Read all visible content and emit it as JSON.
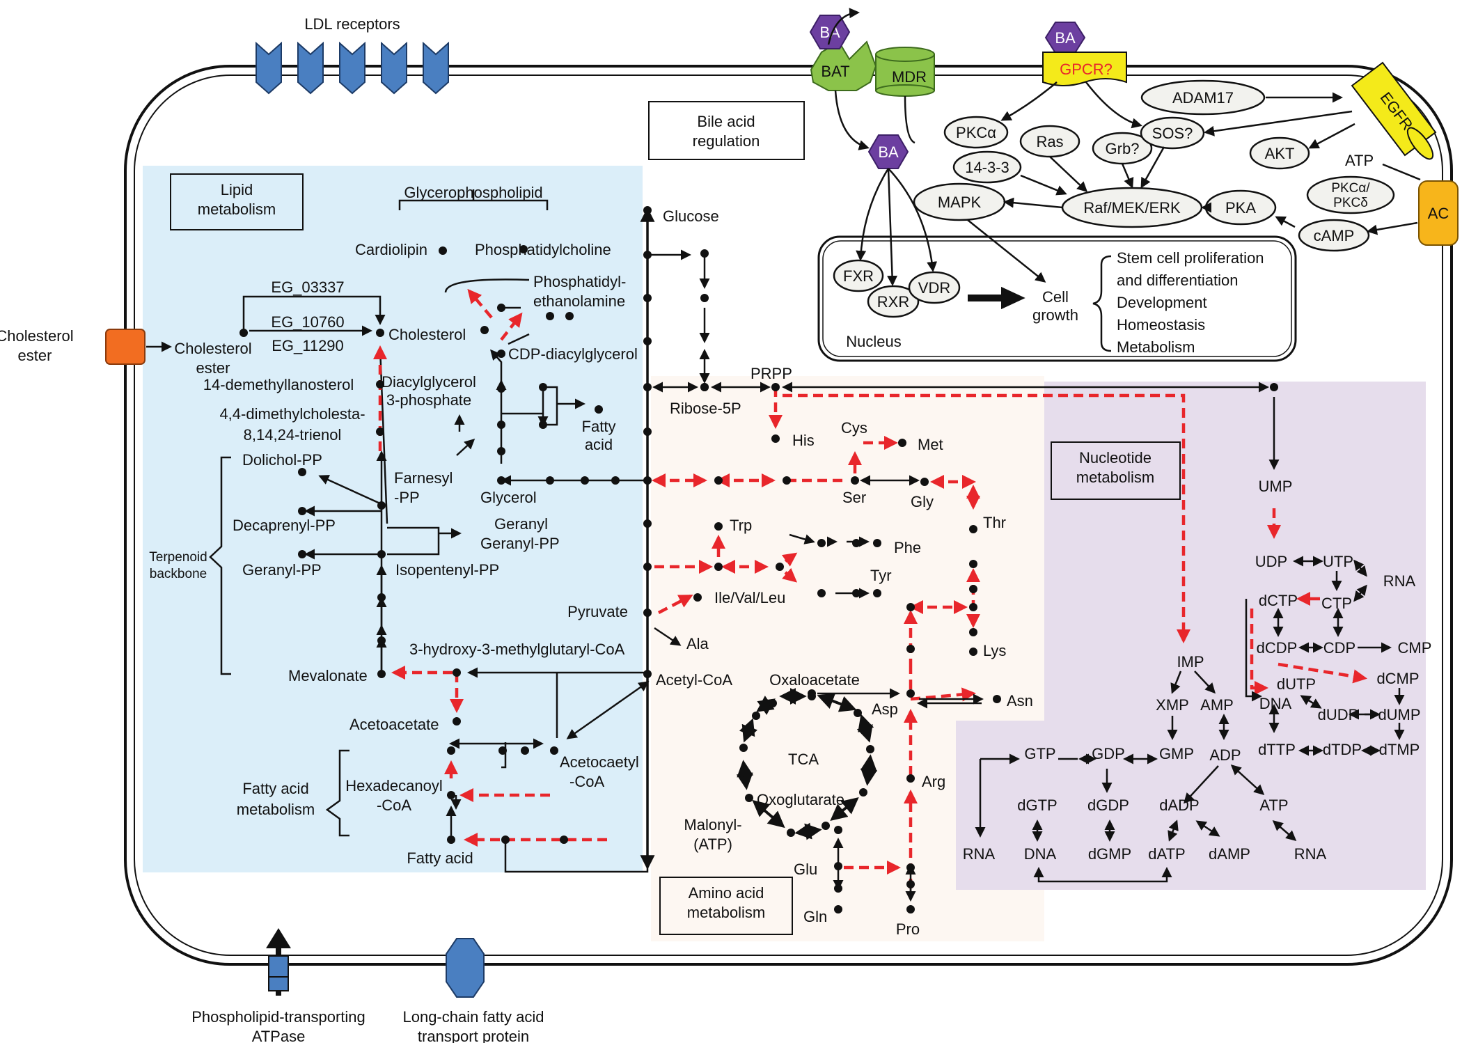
{
  "regions": {
    "lipid": "Lipid metabolism",
    "bile": "Bile acid regulation",
    "nucleotide": "Nucleotide metabolism",
    "amino": "Amino acid metabolism",
    "nucleus": "Nucleus"
  },
  "membrane": {
    "ldl": "LDL receptors",
    "cholesterol_ester_in": "Cholesterol ester",
    "atpase": "Phospholipid-transporting ATPase",
    "fatp": "Long-chain fatty acid transport protein"
  },
  "bile_acid": {
    "ba": "BA",
    "bat": "BAT",
    "mdr": "MDR",
    "gpcr": "GPCR?",
    "egfr": "EGFR",
    "ac": "AC",
    "atp": "ATP"
  },
  "signaling": {
    "adam17": "ADAM17",
    "pkca": "PKCα",
    "ras": "Ras",
    "grb": "Grb?",
    "sos": "SOS?",
    "akt": "AKT",
    "p1433": "14-3-3",
    "mapk": "MAPK",
    "raf": "Raf/MEK/ERK",
    "pka": "PKA",
    "pkcad1": "PKCα/",
    "pkcad2": "PKCδ",
    "camp": "cAMP",
    "fxr": "FXR",
    "rxr": "RXR",
    "vdr": "VDR",
    "cell_growth1": "Cell",
    "cell_growth2": "growth",
    "outcomes": [
      "Stem cell proliferation",
      "and differentiation",
      "Development",
      "Homeostasis",
      "Metabolism"
    ]
  },
  "lipid": {
    "glycerophospholipid": "Glycerophospholipid",
    "cardiolipin": "Cardiolipin",
    "pc": "Phosphatidylcholine",
    "pe1": "Phosphatidyl-",
    "pe2": "ethanolamine",
    "eg1": "EG_03337",
    "eg2": "EG_10760",
    "eg3": "EG_11290",
    "chol_ester1": "Cholesterol",
    "chol_ester2": "ester",
    "cholesterol": "Cholesterol",
    "cdp": "CDP-diacylglycerol",
    "demethyl": "14-demethyllanosterol",
    "dag1": "Diacylglycerol",
    "dag2": "3-phosphate",
    "dimethyl1": "4,4-dimethylcholesta-",
    "dimethyl2": "8,14,24-trienol",
    "fatty_acid1": "Fatty",
    "fatty_acid2": "acid",
    "dolichol": "Dolichol-PP",
    "farnesyl1": "Farnesyl",
    "farnesyl2": "-PP",
    "glycerol": "Glycerol",
    "decaprenyl": "Decaprenyl-PP",
    "geranylgeranyl1": "Geranyl",
    "geranylgeranyl2": "Geranyl-PP",
    "terpenoid1": "Terpenoid",
    "terpenoid2": "backbone",
    "geranyl": "Geranyl-PP",
    "isopentenyl": "Isopentenyl-PP",
    "hmg": "3-hydroxy-3-methylglutaryl-CoA",
    "mevalonate": "Mevalonate",
    "acetoacetate": "Acetoacetate",
    "acetoacetyl1": "Acetocaetyl",
    "acetoacetyl2": "-CoA",
    "fam1": "Fatty acid",
    "fam2": "metabolism",
    "hexadecanoyl1": "Hexadecanoyl",
    "hexadecanoyl2": "-CoA",
    "fatty_acid": "Fatty acid"
  },
  "central": {
    "glucose": "Glucose",
    "ribose": "Ribose-5P",
    "prpp": "PRPP",
    "pyruvate": "Pyruvate",
    "acetyl": "Acetyl-CoA",
    "malonyl1": "Malonyl-",
    "malonyl2": "(ATP)"
  },
  "amino": {
    "his": "His",
    "cys": "Cys",
    "met": "Met",
    "ser": "Ser",
    "gly": "Gly",
    "thr": "Thr",
    "trp": "Trp",
    "phe": "Phe",
    "tyr": "Tyr",
    "ilv": "Ile/Val/Leu",
    "ala": "Ala",
    "lys": "Lys",
    "oxaloacetate": "Oxaloacetate",
    "asp": "Asp",
    "asn": "Asn",
    "tca": "TCA",
    "oxoglutarate": "Oxoglutarate",
    "arg": "Arg",
    "glu": "Glu",
    "gln": "Gln",
    "pro": "Pro"
  },
  "nucleotide": {
    "ump": "UMP",
    "udp": "UDP",
    "utp": "UTP",
    "rna": "RNA",
    "dctp": "dCTP",
    "ctp": "CTP",
    "dcdp": "dCDP",
    "cdp": "CDP",
    "cmp": "CMP",
    "dcmp": "dCMP",
    "dutp": "dUTP",
    "dna": "DNA",
    "dudp": "dUDP",
    "dump": "dUMP",
    "dttp": "dTTP",
    "dtdp": "dTDP",
    "dtmp": "dTMP",
    "imp": "IMP",
    "xmp": "XMP",
    "amp": "AMP",
    "gtp": "GTP",
    "gdp": "GDP",
    "gmp": "GMP",
    "adp": "ADP",
    "dgtp": "dGTP",
    "dgdp": "dGDP",
    "dadp": "dADP",
    "atp": "ATP",
    "dgmp": "dGMP",
    "datp": "dATP",
    "damp": "dAMP"
  }
}
